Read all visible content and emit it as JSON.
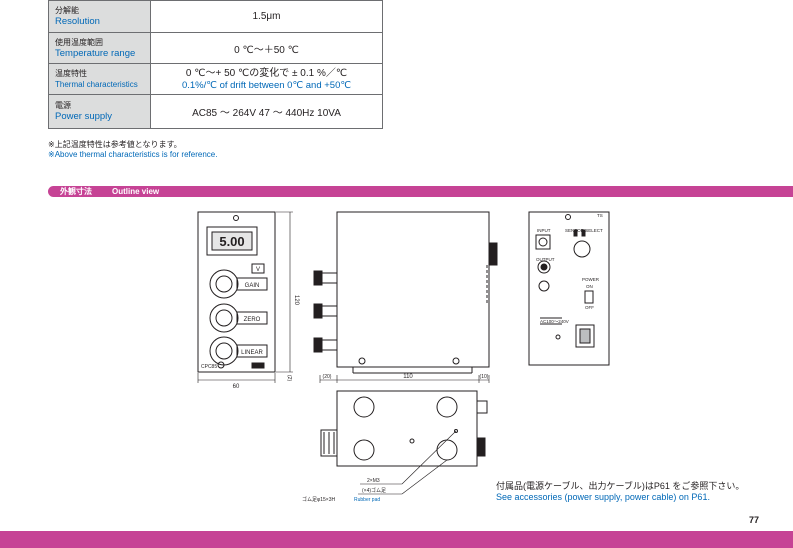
{
  "spec_rows": [
    {
      "label_ja": "分解能",
      "label_en": "Resolution",
      "value": "1.5μm"
    },
    {
      "label_ja": "使用温度範囲",
      "label_en": "Temperature range",
      "value": "0 ℃～＋50 ℃"
    },
    {
      "label_ja": "温度特性",
      "label_en": "Thermal characteristics",
      "value_ja": "0 ℃～+ 50 ℃の変化で ± 0.1 %／℃",
      "value_en": "0.1%/℃ of drift between 0℃ and +50℃"
    },
    {
      "label_ja": "電源",
      "label_en": "Power supply",
      "value": "AC85 ～ 264V 47 ～ 440Hz 10VA"
    }
  ],
  "notes": {
    "ja": "※上記温度特性は参考値となります。",
    "en": "※Above thermal characteristics is for reference."
  },
  "section": {
    "title_ja": "外観寸法",
    "title_en": "Outline view"
  },
  "drawing": {
    "display_value": "5.00",
    "unit_label": "V",
    "knob_labels": [
      "GAIN",
      "ZERO",
      "LINEAR"
    ],
    "model": "CPC85",
    "dim_width": "60",
    "dim_height": "120",
    "dim_bottom": "(2)",
    "dim_depth_front": "(20)",
    "dim_depth": "110",
    "dim_depth_rear": "(10)",
    "rear_labels": {
      "input": "INPUT",
      "sensor_select": "SENSOR SELECT",
      "output": "OUTPUT",
      "power": "POWER",
      "on": "ON",
      "off": "OFF",
      "voltage": "AC100～240V",
      "tag": "TS"
    },
    "screw_label": "2×M3",
    "rubber_count": "(×4)ゴム足",
    "rubber_ja": "ゴム足φ15×3H",
    "rubber_en": "Rubber pad"
  },
  "accessories": {
    "ja": "付属品(電源ケーブル、出力ケーブル)はP61 をご参照下さい。",
    "en": "See accessories (power supply, power cable) on P61."
  },
  "page_number": "77",
  "colors": {
    "accent": "#c64395",
    "english_text": "#0068b7",
    "label_bg": "#dcdddd"
  }
}
